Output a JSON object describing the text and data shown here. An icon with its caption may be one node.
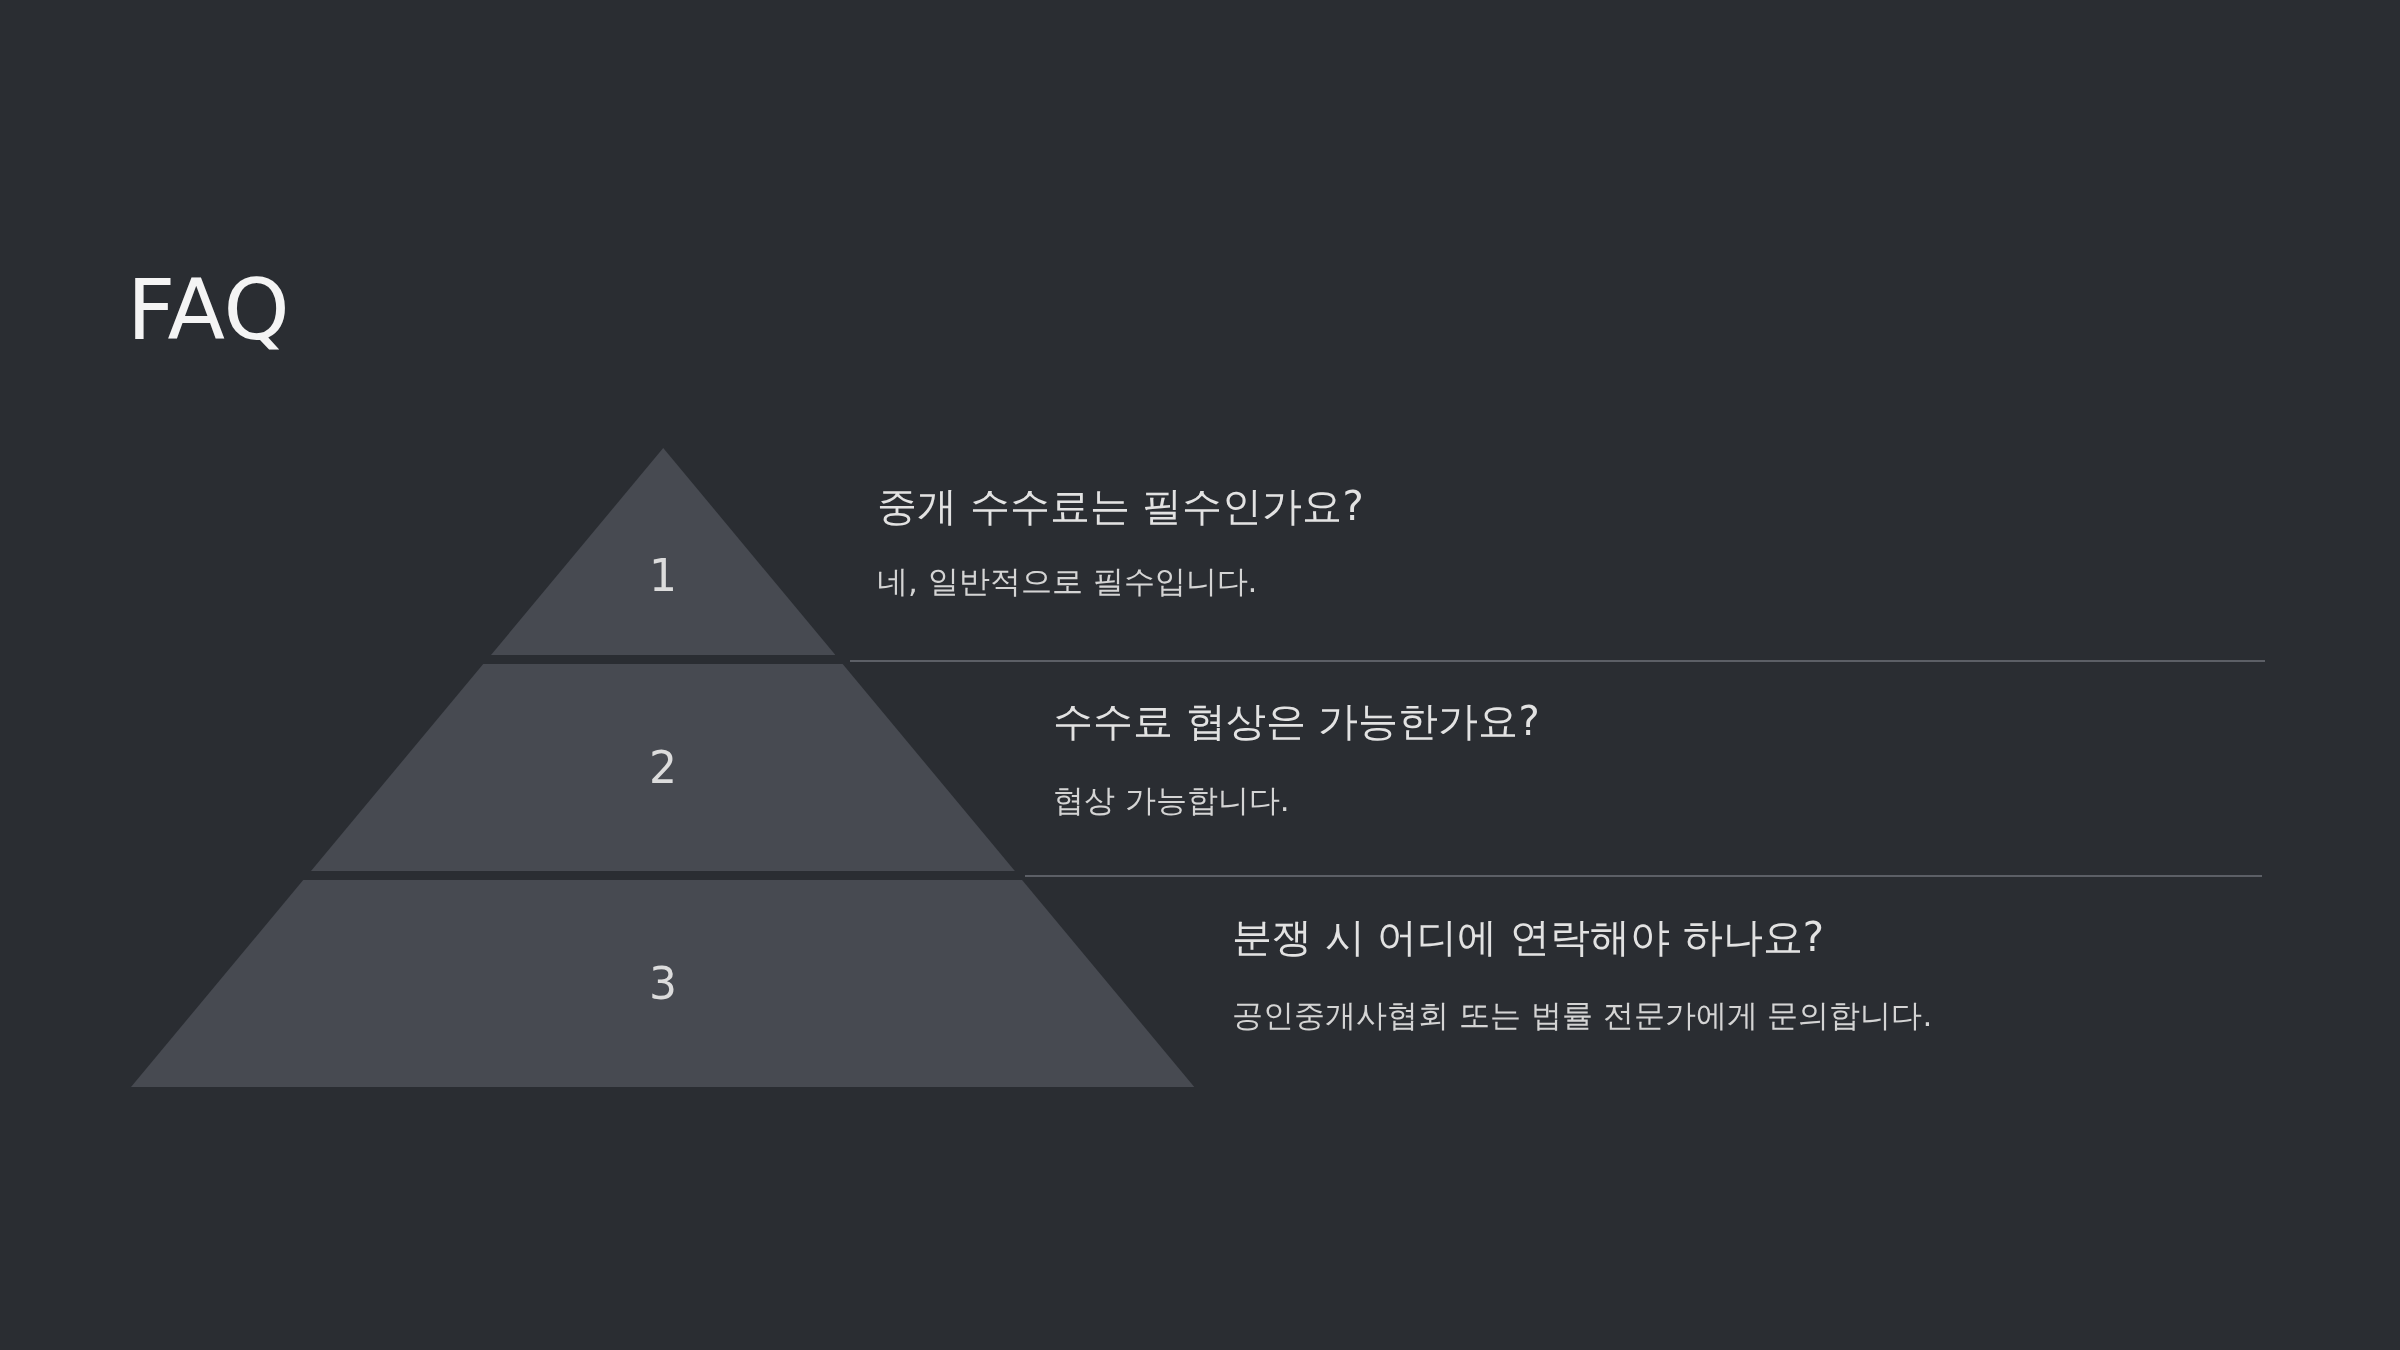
{
  "diagram": {
    "title": "FAQ",
    "nodes": [
      {
        "text": [
          "1"
        ],
        "beside": [
          "중개 수수료는 필수인가요?",
          "네, 일반적으로 필수입니다."
        ]
      },
      {
        "text": [
          "2"
        ],
        "beside": [
          "수수료 협상은 가능한가요?",
          "협상 가능합니다."
        ]
      },
      {
        "text": [
          "3"
        ],
        "beside": [
          "분쟁 시 어디에 연락해야 하나요?",
          "공인중개사협회 또는 법률 전문가에게 문의합니다."
        ]
      }
    ]
  }
}
